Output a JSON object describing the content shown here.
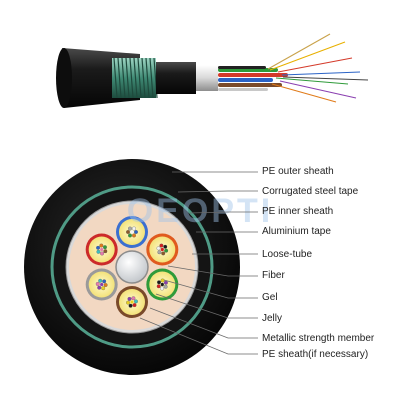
{
  "watermark": "OEOPTI",
  "labels": [
    "PE outer sheath",
    "Corrugated steel tape",
    "PE inner sheath",
    "Aluminium tape",
    "Loose-tube",
    "Fiber",
    "Gel",
    "Jelly",
    "Metallic strength member",
    "PE sheath(if necessary)"
  ],
  "colors": {
    "outer_sheath": "#111111",
    "steel_tape": "#4f9b86",
    "inner_sheath": "#1a1a1a",
    "aluminium": "#c9c9c9",
    "jelly": "#f2d8c2",
    "fiber_colors": [
      "#2b63c6",
      "#e07b1a",
      "#2f9b3a",
      "#8a5a2b",
      "#a8a8a8",
      "#f4f4f4",
      "#d42020",
      "#1a1a1a",
      "#e8d020",
      "#8a3fb0",
      "#e57ab0",
      "#39c0c0"
    ],
    "tube_rings": [
      "#3b6fd0",
      "#e05a1e",
      "#2f9b3a",
      "#7a4a2a",
      "#9a9a9a",
      "#cc2a2a"
    ]
  }
}
